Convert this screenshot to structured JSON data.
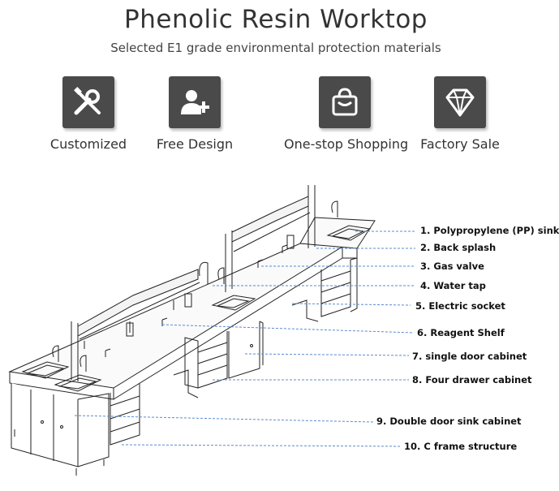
{
  "header": {
    "title": "Phenolic Resin Worktop",
    "subtitle": "Selected E1 grade environmental protection materials"
  },
  "features": [
    {
      "icon": "tools-icon",
      "label": "Customized"
    },
    {
      "icon": "user-add-icon",
      "label": "Free Design"
    },
    {
      "icon": "shopping-bag-icon",
      "label": "One-stop Shopping"
    },
    {
      "icon": "diamond-icon",
      "label": "Factory Sale"
    }
  ],
  "callouts": [
    "1.  Polypropylene (PP) sink",
    "2. Back splash",
    "3. Gas valve",
    "4. Water tap",
    "5. Electric socket",
    "6. Reagent Shelf",
    "7. single door cabinet",
    "8. Four drawer cabinet",
    "9. Double door sink cabinet",
    "10.    C frame structure"
  ],
  "colors": {
    "tile": "#4a4a4a",
    "line": "#222222",
    "leader": "#5b8bd0"
  }
}
